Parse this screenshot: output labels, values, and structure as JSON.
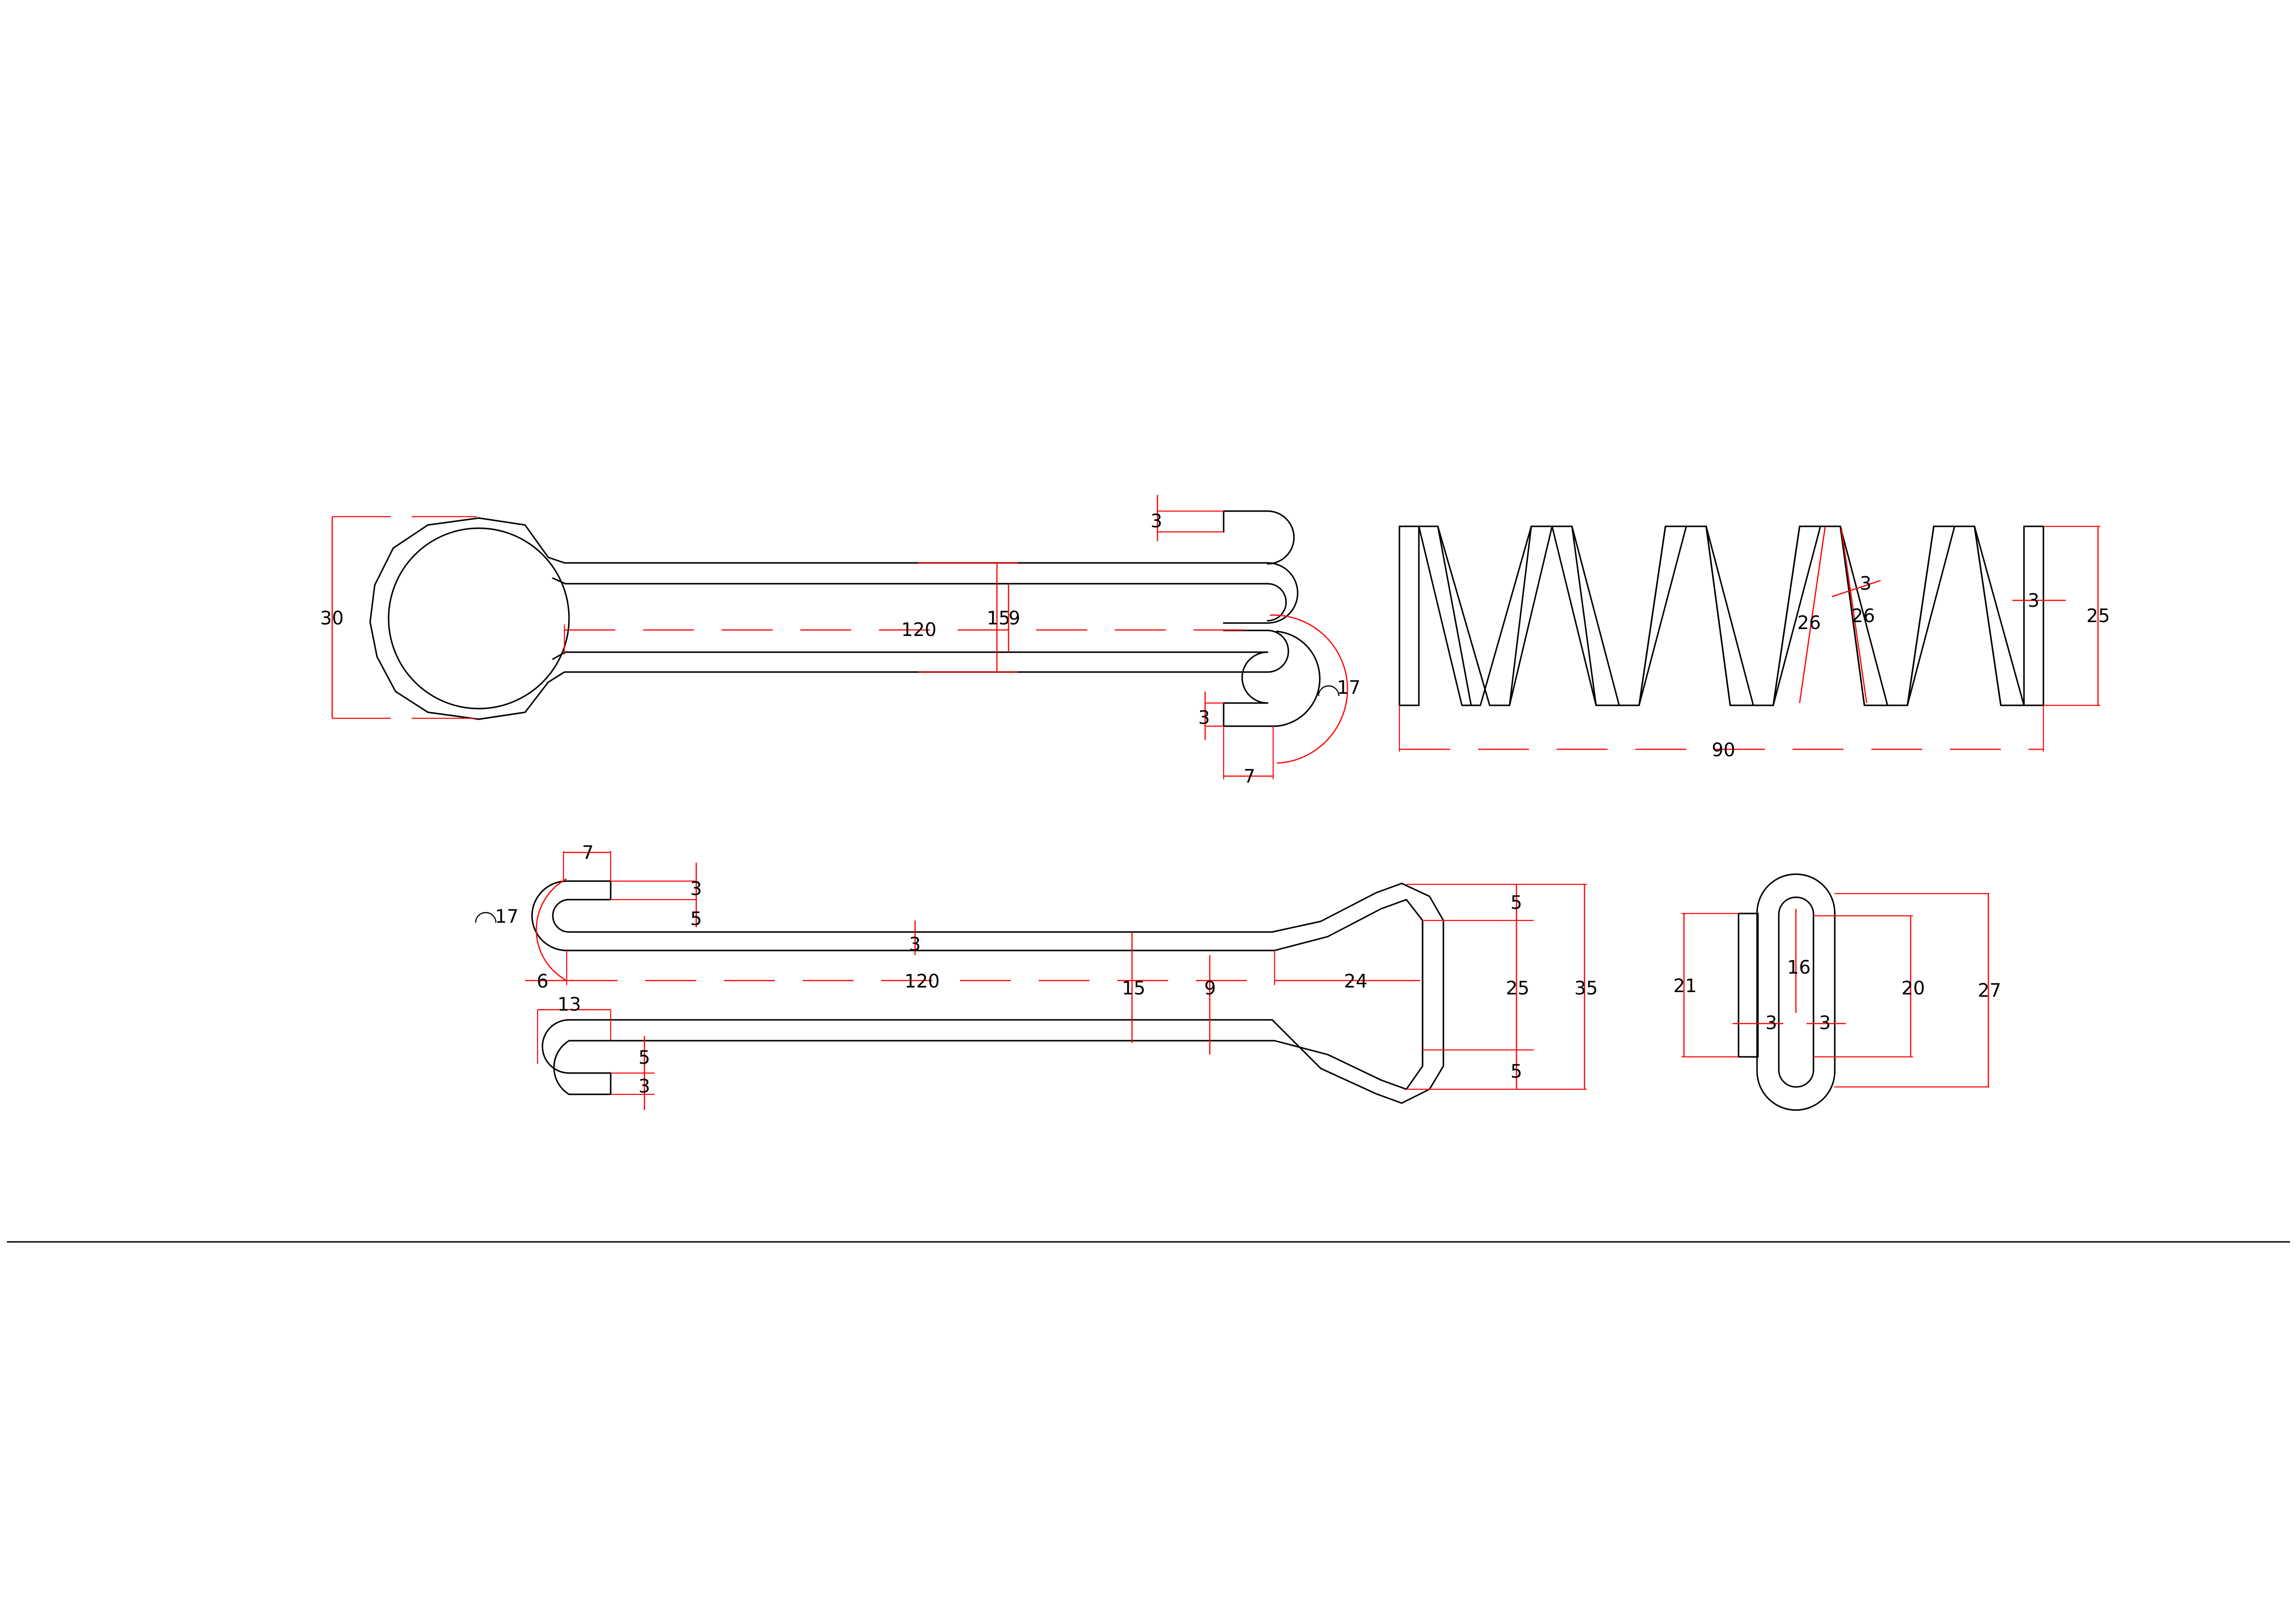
{
  "parts": {
    "loop_pin": {
      "dim_30": "30",
      "dim_120": "120",
      "dim_15": "15",
      "dim_9": "9",
      "dim_3_top": "3",
      "dim_3_bottom": "3",
      "dim_7": "7",
      "dim_r17": "17"
    },
    "coil_spring": {
      "dim_90": "90",
      "dim_25": "25",
      "dim_3": "3",
      "dim_26_left": "26",
      "dim_26_right": "26",
      "dim_3_pitch": "3"
    },
    "double_hook_pin": {
      "dim_7": "7",
      "dim_r17": "17",
      "dim_6": "6",
      "dim_13": "13",
      "dim_3_top": "3",
      "dim_5_top": "5",
      "dim_3_center": "3",
      "dim_120": "120",
      "dim_15": "15",
      "dim_9": "9",
      "dim_24": "24",
      "dim_5_upper": "5",
      "dim_25": "25",
      "dim_5_lower": "5",
      "dim_35": "35",
      "dim_5_bottom": "5",
      "dim_3_bottom": "3"
    },
    "oval_clip": {
      "dim_21": "21",
      "dim_16": "16",
      "dim_3_left": "3",
      "dim_3_right": "3",
      "dim_20": "20",
      "dim_27": "27"
    }
  },
  "colors": {
    "object_lines": "#000000",
    "dimension_lines": "#ff0000",
    "background": "#ffffff"
  }
}
